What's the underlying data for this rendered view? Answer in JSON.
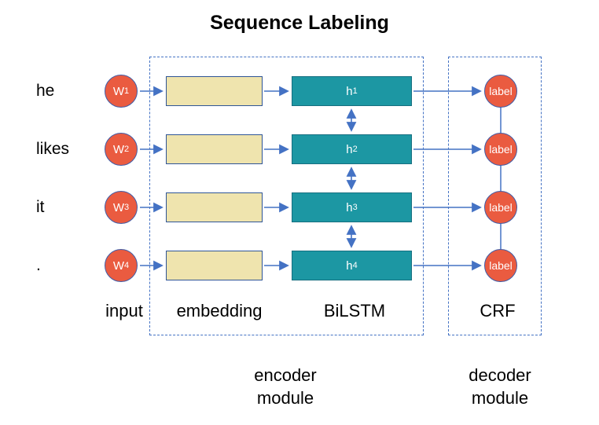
{
  "title": "Sequence Labeling",
  "rows": [
    {
      "word": "he",
      "input_base": "W",
      "input_sub": "1",
      "hidden_base": "h",
      "hidden_sub": "1",
      "label": "label"
    },
    {
      "word": "likes",
      "input_base": "W",
      "input_sub": "2",
      "hidden_base": "h",
      "hidden_sub": "2",
      "label": "label"
    },
    {
      "word": "it",
      "input_base": "W",
      "input_sub": "3",
      "hidden_base": "h",
      "hidden_sub": "3",
      "label": "label"
    },
    {
      "word": ".",
      "input_base": "W",
      "input_sub": "4",
      "hidden_base": "h",
      "hidden_sub": "4",
      "label": "label"
    }
  ],
  "column_labels": {
    "input": "input",
    "embedding": "embedding",
    "bilstm": "BiLSTM",
    "crf": "CRF"
  },
  "module_labels": {
    "encoder": {
      "line1": "encoder",
      "line2": "module"
    },
    "decoder": {
      "line1": "decoder",
      "line2": "module"
    }
  },
  "colors": {
    "token_circle_fill": "#EA5B40",
    "token_circle_border": "#3F5DA9",
    "embedding_fill": "#EFE4AE",
    "embedding_border": "#2F5597",
    "hidden_fill": "#1C97A3",
    "hidden_border": "#166F80",
    "connector_blue": "#4472C4",
    "dashed_border_blue": "#4472C4",
    "shape_text": "#FFFFFF",
    "text": "#000000"
  }
}
